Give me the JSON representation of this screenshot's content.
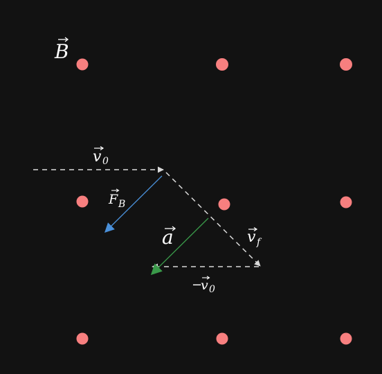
{
  "labels": {
    "field": "B",
    "v0": "v",
    "v0_sub": "0",
    "fb": "F",
    "fb_sub": "B",
    "accel": "a",
    "vf": "v",
    "vf_sub": "f",
    "neg": "−",
    "negv0": "v",
    "negv0_sub": "0"
  },
  "colors": {
    "background": "#121212",
    "field_dot": "#f77f7f",
    "velocity": "#d9d9d9",
    "force": "#4a90d9",
    "acceleration": "#3a9a4a",
    "label": "#ffffff"
  }
}
